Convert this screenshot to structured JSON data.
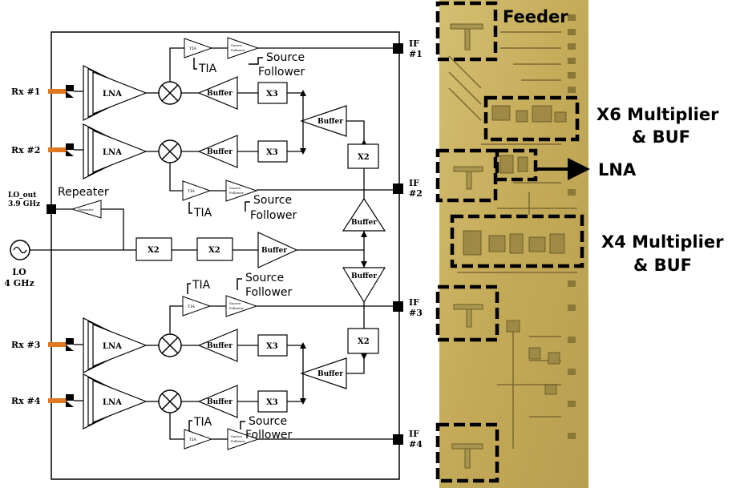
{
  "block_diagram": {
    "rx_ports": [
      "Rx #1",
      "Rx #2",
      "Rx #3",
      "Rx #4"
    ],
    "if_ports": [
      [
        "IF",
        "#1"
      ],
      [
        "IF",
        "#2"
      ],
      [
        "IF",
        "#3"
      ],
      [
        "IF",
        "#4"
      ]
    ],
    "block_labels": {
      "lna": "LNA",
      "buffer": "Buffer",
      "x3": "X3",
      "x2": "X2",
      "tia_small": "TIA",
      "sf_small": [
        "Source",
        "Follower"
      ],
      "repeater_small": "Repeater"
    },
    "annotations": {
      "tia": "TIA",
      "source_follower": [
        "Source",
        "Follower"
      ],
      "repeater": "Repeater"
    },
    "lo_out": [
      "LO_out",
      "3.9 GHz"
    ],
    "lo_source": [
      "LO",
      "4 GHz"
    ]
  },
  "die_photo": {
    "callouts": {
      "feeder": "Feeder",
      "x6": [
        "X6 Multiplier",
        "& BUF"
      ],
      "lna": "LNA",
      "x4": [
        "X4 Multiplier",
        "& BUF"
      ]
    },
    "colors": {
      "die": "#c8b060",
      "box": "#000000",
      "port_orange": "#e07820"
    }
  }
}
